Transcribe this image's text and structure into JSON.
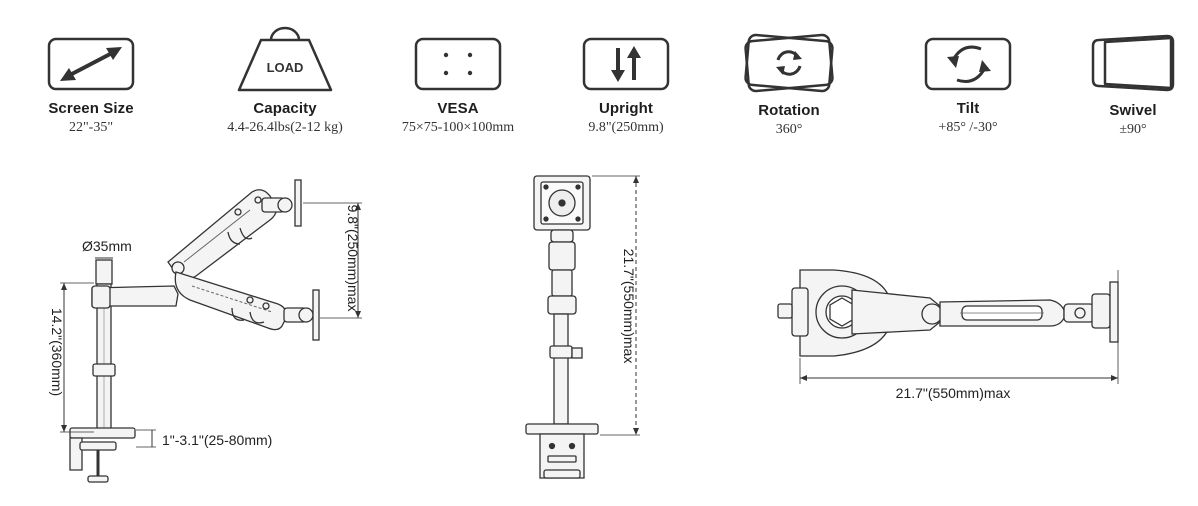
{
  "specs": [
    {
      "icon": "screen-size-icon",
      "title": "Screen Size",
      "value": "22\"-35\""
    },
    {
      "icon": "load-weight-icon",
      "title": "Capacity",
      "value": "4.4-26.4lbs(2-12 kg)",
      "icon_text": "LOAD"
    },
    {
      "icon": "vesa-plate-icon",
      "title": "VESA",
      "value": "75×75-100×100mm"
    },
    {
      "icon": "up-down-arrows-icon",
      "title": "Upright",
      "value": "9.8\"(250mm)"
    },
    {
      "icon": "rotation-icon",
      "title": "Rotation",
      "value": "360°"
    },
    {
      "icon": "tilt-icon",
      "title": "Tilt",
      "value": "+85° /-30°"
    },
    {
      "icon": "swivel-icon",
      "title": "Swivel",
      "value": "±90°"
    }
  ],
  "dimensions": {
    "pole_diameter": "Ø35mm",
    "pole_height": "14.2\"(360mm)",
    "arm_vertical_range": "9.8\"(250mm)max",
    "clamp_range": "1\"-3.1\"(25-80mm)",
    "total_height": "21.7\"(550mm)max",
    "arm_reach": "21.7\"(550mm)max"
  }
}
